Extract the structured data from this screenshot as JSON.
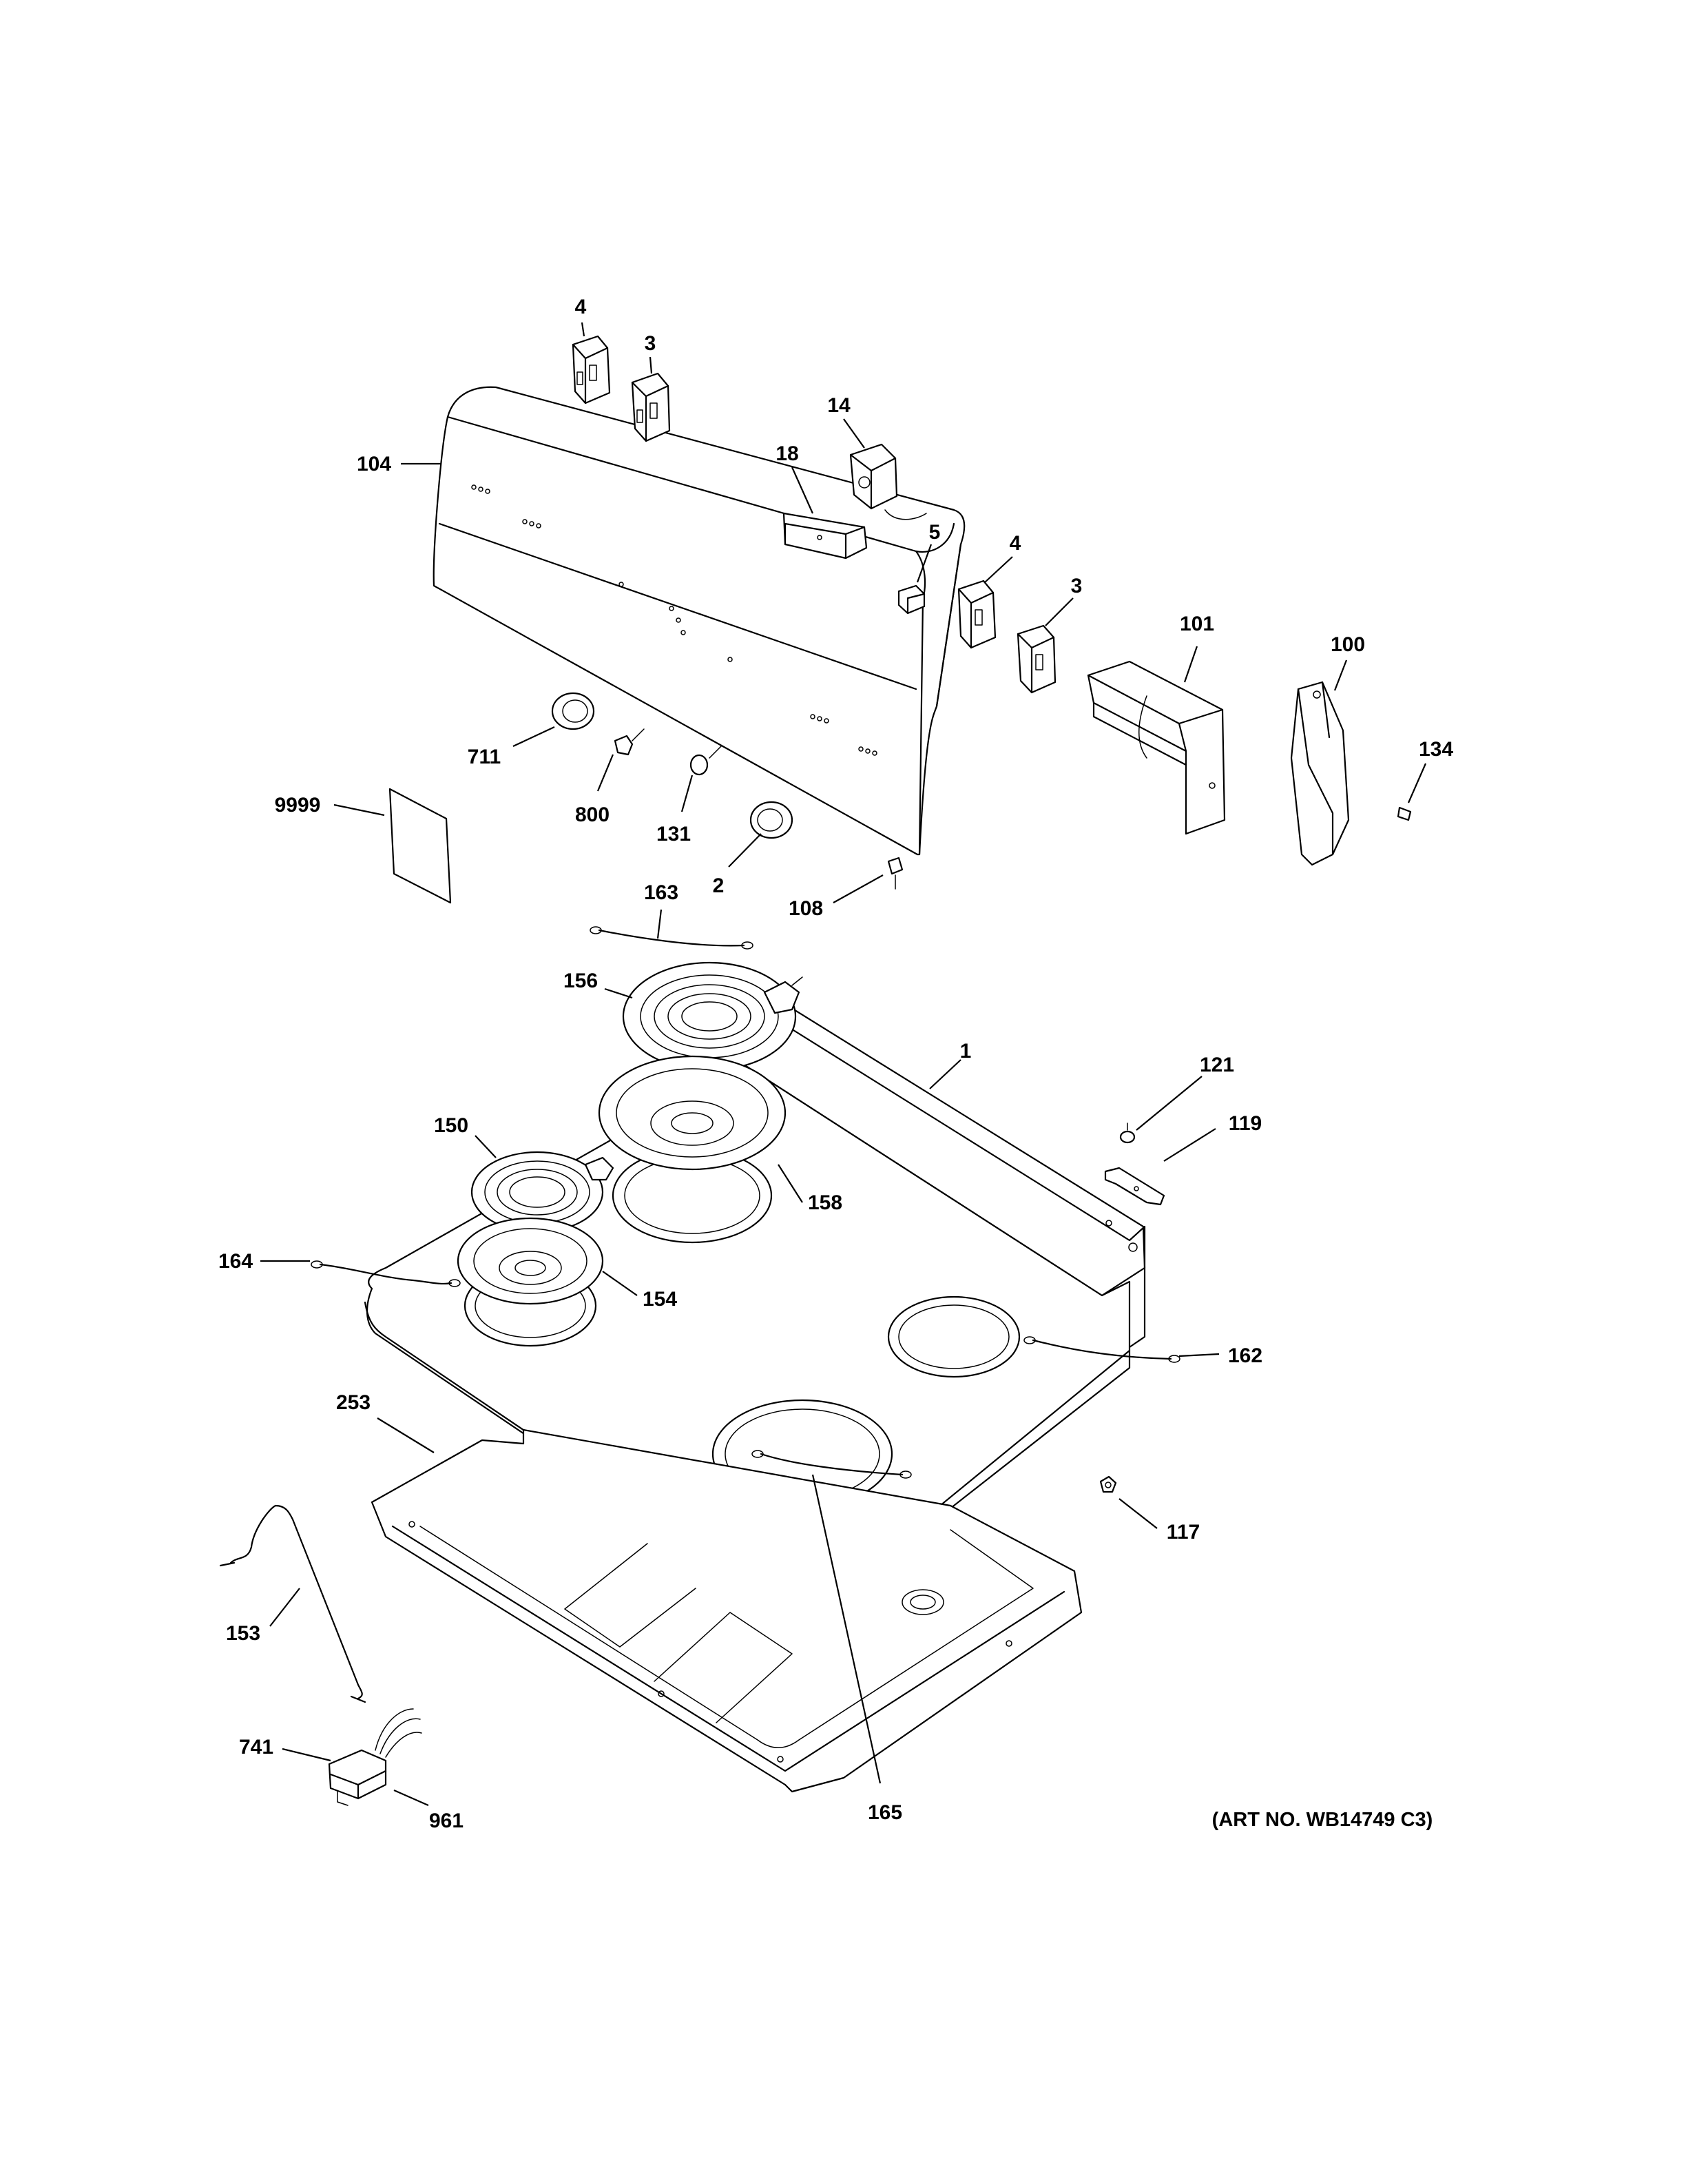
{
  "diagram": {
    "art_number": "(ART NO. WB14749 C3)",
    "callouts": [
      {
        "id": "c-4-top",
        "text": "4"
      },
      {
        "id": "c-3-top",
        "text": "3"
      },
      {
        "id": "c-14",
        "text": "14"
      },
      {
        "id": "c-104",
        "text": "104"
      },
      {
        "id": "c-18",
        "text": "18"
      },
      {
        "id": "c-5",
        "text": "5"
      },
      {
        "id": "c-4-mid",
        "text": "4"
      },
      {
        "id": "c-3-mid",
        "text": "3"
      },
      {
        "id": "c-101",
        "text": "101"
      },
      {
        "id": "c-100",
        "text": "100"
      },
      {
        "id": "c-134",
        "text": "134"
      },
      {
        "id": "c-711",
        "text": "711"
      },
      {
        "id": "c-800",
        "text": "800"
      },
      {
        "id": "c-131",
        "text": "131"
      },
      {
        "id": "c-2",
        "text": "2"
      },
      {
        "id": "c-108",
        "text": "108"
      },
      {
        "id": "c-9999",
        "text": "9999"
      },
      {
        "id": "c-163",
        "text": "163"
      },
      {
        "id": "c-156",
        "text": "156"
      },
      {
        "id": "c-1",
        "text": "1"
      },
      {
        "id": "c-121",
        "text": "121"
      },
      {
        "id": "c-119",
        "text": "119"
      },
      {
        "id": "c-150",
        "text": "150"
      },
      {
        "id": "c-158",
        "text": "158"
      },
      {
        "id": "c-164",
        "text": "164"
      },
      {
        "id": "c-154",
        "text": "154"
      },
      {
        "id": "c-162",
        "text": "162"
      },
      {
        "id": "c-253",
        "text": "253"
      },
      {
        "id": "c-117",
        "text": "117"
      },
      {
        "id": "c-153",
        "text": "153"
      },
      {
        "id": "c-741",
        "text": "741"
      },
      {
        "id": "c-961",
        "text": "961"
      },
      {
        "id": "c-165",
        "text": "165"
      }
    ]
  }
}
